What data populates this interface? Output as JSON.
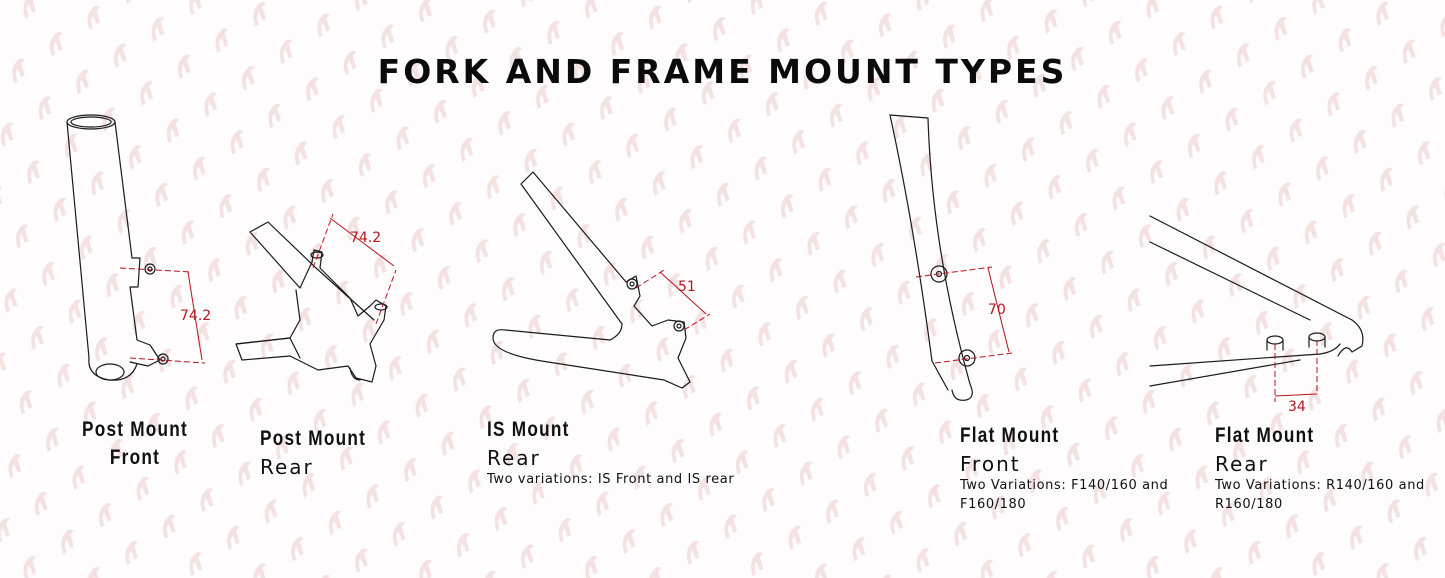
{
  "title": "FORK AND FRAME MOUNT TYPES",
  "colors": {
    "background": "#fefcfc",
    "watermark": "#f2dede",
    "line": "#1a1a1a",
    "dimension": "#b8141e"
  },
  "mounts": [
    {
      "id": "post-mount-front",
      "line1": "Post Mount",
      "line2": "Front",
      "note": "",
      "dimension": "74.2"
    },
    {
      "id": "post-mount-rear",
      "line1": "Post Mount",
      "line2": "Rear",
      "note": "",
      "dimension": "74.2"
    },
    {
      "id": "is-mount-rear",
      "line1": "IS Mount",
      "line2": "Rear",
      "note": "Two variations: IS Front and IS rear",
      "dimension": "51"
    },
    {
      "id": "flat-mount-front",
      "line1": "Flat Mount",
      "line2": "Front",
      "note": "Two Variations: F140/160 and F160/180",
      "dimension": "70"
    },
    {
      "id": "flat-mount-rear",
      "line1": "Flat Mount",
      "line2": "Rear",
      "note": "Two Variations: R140/160 and R160/180",
      "dimension": "34"
    }
  ]
}
